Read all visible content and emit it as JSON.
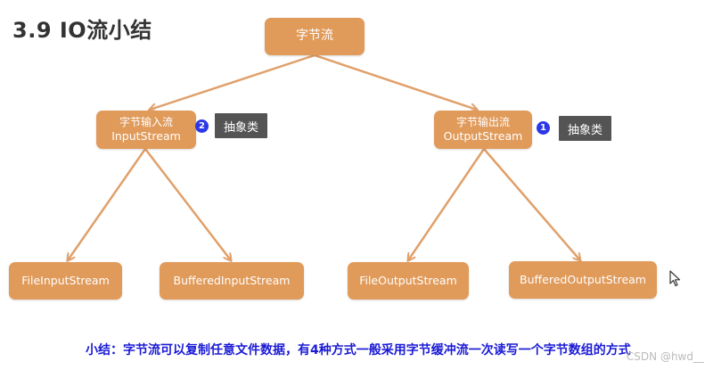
{
  "title": "3.9 IO流小结",
  "root": {
    "label": "字节流"
  },
  "input": {
    "line1": "字节输入流",
    "line2": "InputStream",
    "badge": "2",
    "tag": "抽象类"
  },
  "output": {
    "line1": "字节输出流",
    "line2": "OutputStream",
    "badge": "1",
    "tag": "抽象类"
  },
  "leaves": {
    "file_input": "FileInputStream",
    "buffered_input": "BufferedInputStream",
    "file_output": "FileOutputStream",
    "buffered_output": "BufferedOutputStream"
  },
  "summary": "小结：字节流可以复制任意文件数据，有4种方式一般采用字节缓冲流一次读写一个字节数组的方式",
  "watermark": "CSDN @hwd__",
  "colors": {
    "node": "#e09a5a",
    "arrow": "#e0a06a",
    "badge": "#2c37e8",
    "tag": "#545454",
    "summary": "#1b1bd6"
  }
}
